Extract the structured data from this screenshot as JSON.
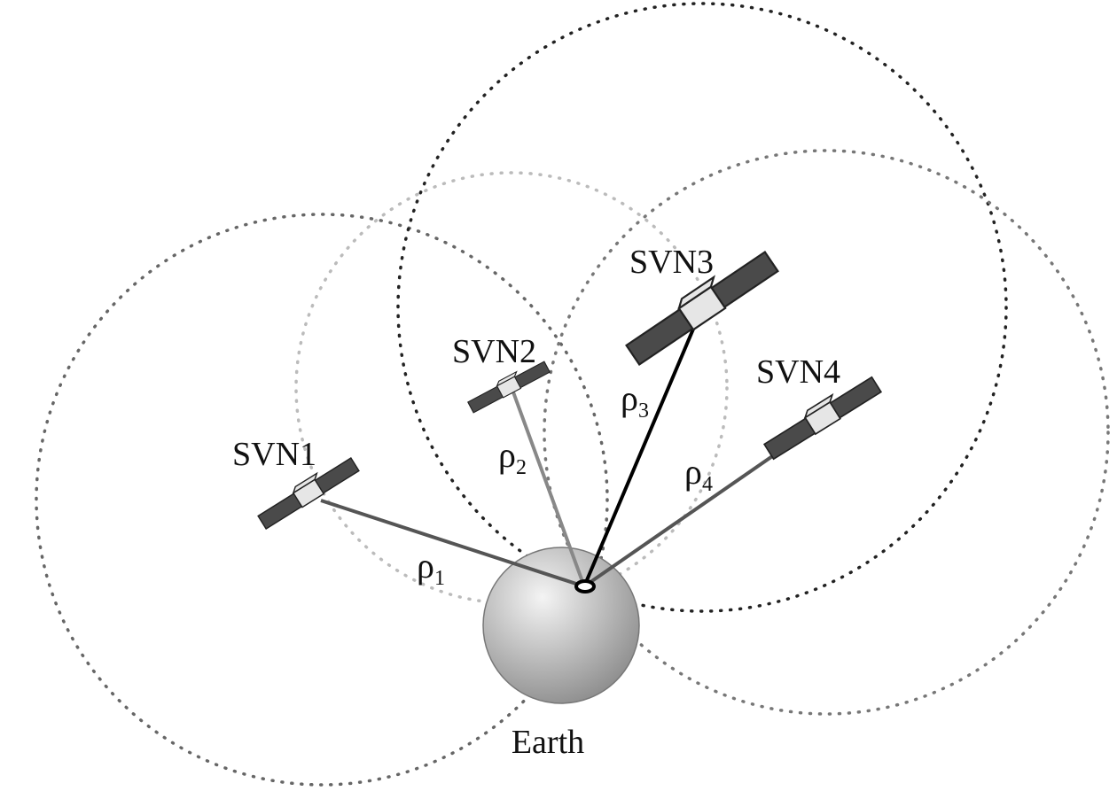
{
  "earth": {
    "label": "Earth",
    "fill_light": "#f4f4f4",
    "fill_dark": "#8a8a8a",
    "stroke": "#777777"
  },
  "receiver": {
    "stroke": "#000000"
  },
  "satellites": [
    {
      "id": "svn1",
      "label": "SVN1",
      "range_symbol": "ρ",
      "range_subscript": "1",
      "line_color": "#555555",
      "sphere_color": "#666666"
    },
    {
      "id": "svn2",
      "label": "SVN2",
      "range_symbol": "ρ",
      "range_subscript": "2",
      "line_color": "#888888",
      "sphere_color": "#bbbbbb"
    },
    {
      "id": "svn3",
      "label": "SVN3",
      "range_symbol": "ρ",
      "range_subscript": "3",
      "line_color": "#000000",
      "sphere_color": "#222222"
    },
    {
      "id": "svn4",
      "label": "SVN4",
      "range_symbol": "ρ",
      "range_subscript": "4",
      "line_color": "#555555",
      "sphere_color": "#777777"
    }
  ],
  "colors": {
    "panel_dark": "#4a4a4a",
    "panel_stroke": "#222222",
    "body_fill": "#e6e6e6"
  }
}
